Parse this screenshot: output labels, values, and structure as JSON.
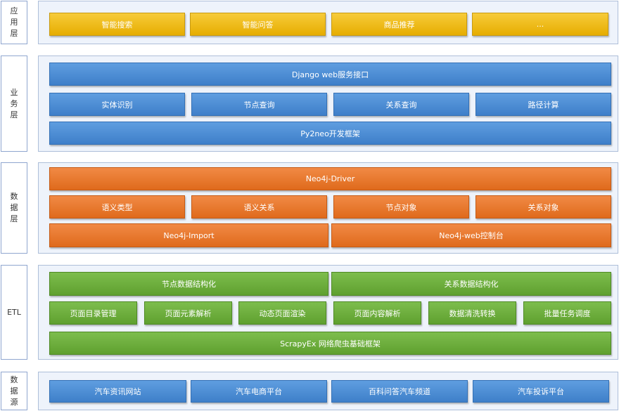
{
  "layers": [
    {
      "label": [
        "应",
        "用",
        "层"
      ],
      "rows": [
        [
          "智能搜索",
          "智能问答",
          "商品推荐",
          "..."
        ]
      ]
    },
    {
      "label": [
        "业",
        "务",
        "层"
      ],
      "rows": [
        [
          "Django web服务接口"
        ],
        [
          "实体识别",
          "节点查询",
          "关系查询",
          "路径计算"
        ],
        [
          "Py2neo开发框架"
        ]
      ]
    },
    {
      "label": [
        "数",
        "据",
        "层"
      ],
      "rows": [
        [
          "Neo4j-Driver"
        ],
        [
          "语义类型",
          "语义关系",
          "节点对象",
          "关系对象"
        ],
        [
          "Neo4j-Import",
          "Neo4j-web控制台"
        ]
      ]
    },
    {
      "label": [
        "ETL"
      ],
      "rows": [
        [
          "节点数据结构化",
          "关系数据结构化"
        ],
        [
          "页面目录管理",
          "页面元素解析",
          "动态页面渲染",
          "页面内容解析",
          "数据清洗转换",
          "批量任务调度"
        ],
        [
          "ScrapyEx 网络爬虫基础框架"
        ]
      ]
    },
    {
      "label": [
        "数",
        "据",
        "源"
      ],
      "rows": [
        [
          "汽车资讯网站",
          "汽车电商平台",
          "百科问答汽车频道",
          "汽车投诉平台"
        ]
      ]
    }
  ],
  "colors": {
    "app_layer": "#f0be1e",
    "business_layer": "#4a8ad4",
    "data_layer": "#e97a30",
    "etl_layer": "#6fb03d",
    "source_layer": "#4a8ad4"
  }
}
